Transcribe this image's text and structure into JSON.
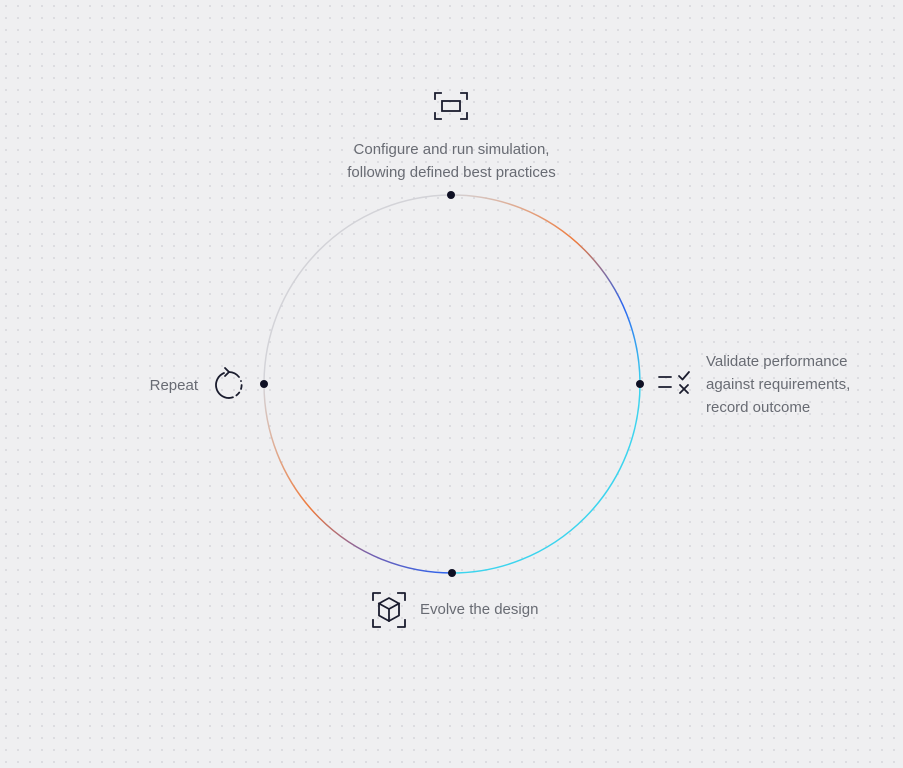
{
  "steps": {
    "top": {
      "lines": [
        "Configure and run simulation,",
        "following defined best practices"
      ],
      "icon": "frame-icon"
    },
    "right": {
      "lines": [
        "Validate performance",
        "against requirements,",
        "record outcome"
      ],
      "icon": "checklist-icon"
    },
    "bottom": {
      "lines": [
        "Evolve the design"
      ],
      "icon": "cube-icon"
    },
    "left": {
      "lines": [
        "Repeat"
      ],
      "icon": "refresh-icon"
    }
  },
  "colors": {
    "background": "#efeff1",
    "dot": "#0f1024",
    "ring_gray": "#d3d3d8",
    "orange": "#ee7a3c",
    "blue": "#2a64f0",
    "cyan": "#3cd4ee",
    "icon_stroke": "#1a1c2e"
  }
}
